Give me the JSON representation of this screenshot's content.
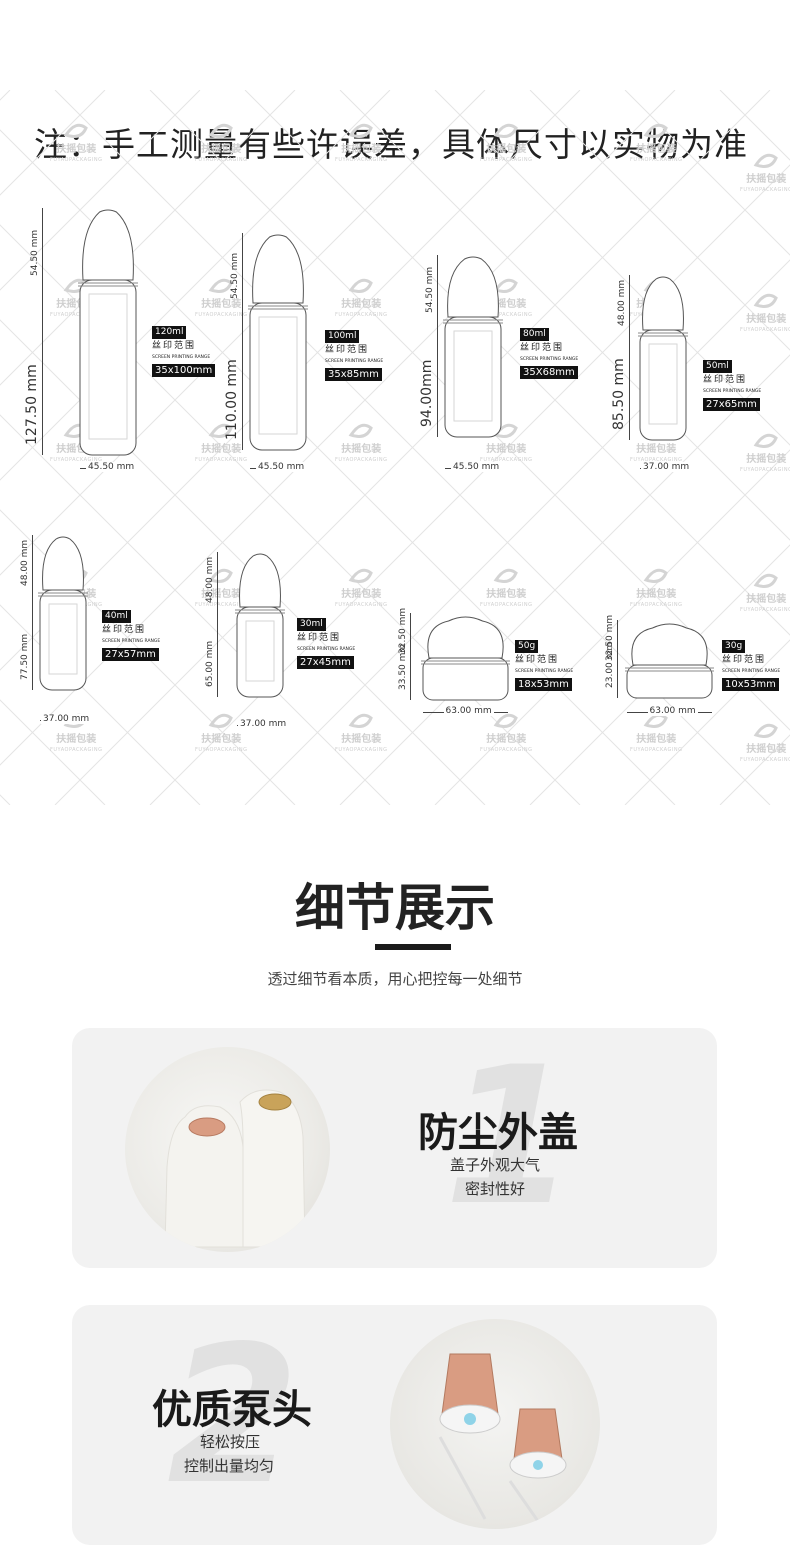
{
  "note": "注：手工测量有些许误差，具体尺寸以实物为准",
  "watermark": {
    "brand": "扶摇包装",
    "sub": "FUYAOPACKAGING"
  },
  "bottles": [
    {
      "h_top": "54.50 mm",
      "h_body": "127.50 mm",
      "width": "45.50 mm",
      "volume": "120ml",
      "range_label": "丝印范围",
      "range_sub": "SCREEN PRINTING RANGE",
      "range_size": "35x100mm"
    },
    {
      "h_top": "54.50 mm",
      "h_body": "110.00 mm",
      "width": "45.50 mm",
      "volume": "100ml",
      "range_label": "丝印范围",
      "range_sub": "SCREEN PRINTING RANGE",
      "range_size": "35x85mm"
    },
    {
      "h_top": "54.50 mm",
      "h_body": "94.00mm",
      "width": "45.50 mm",
      "volume": "80ml",
      "range_label": "丝印范围",
      "range_sub": "SCREEN PRINTING RANGE",
      "range_size": "35X68mm"
    },
    {
      "h_top": "48.00 mm",
      "h_body": "85.50 mm",
      "width": "37.00 mm",
      "volume": "50ml",
      "range_label": "丝印范围",
      "range_sub": "SCREEN PRINTING RANGE",
      "range_size": "27x65mm"
    },
    {
      "h_top": "48.00 mm",
      "h_body": "77.50 mm",
      "width": "37.00 mm",
      "volume": "40ml",
      "range_label": "丝印范围",
      "range_sub": "SCREEN PRINTING RANGE",
      "range_size": "27x57mm"
    },
    {
      "h_top": "48.00 mm",
      "h_body": "65.00 mm",
      "width": "37.00 mm",
      "volume": "30ml",
      "range_label": "丝印范围",
      "range_sub": "SCREEN PRINTING RANGE",
      "range_size": "27x45mm"
    },
    {
      "h_top": "32.50 mm",
      "h_body": "33.50 mm",
      "width": "63.00 mm",
      "volume": "50g",
      "range_label": "丝印范围",
      "range_sub": "SCREEN PRINTING RANGE",
      "range_size": "18x53mm"
    },
    {
      "h_top": "32.50 mm",
      "h_body": "23.00 mm",
      "width": "63.00 mm",
      "volume": "30g",
      "range_label": "丝印范围",
      "range_sub": "SCREEN PRINTING RANGE",
      "range_size": "10x53mm"
    }
  ],
  "detail": {
    "title": "细节展示",
    "subtitle": "透过细节看本质，用心把控每一处细节"
  },
  "features": [
    {
      "num": "1",
      "title": "防尘外盖",
      "line1": "盖子外观大气",
      "line2": "密封性好"
    },
    {
      "num": "2",
      "title": "优质泵头",
      "line1": "轻松按压",
      "line2": "控制出量均匀"
    }
  ],
  "colors": {
    "card": "#f2f2f2",
    "rose_gold": "#d99c82",
    "gold": "#c9a35a",
    "dark": "#111111"
  }
}
